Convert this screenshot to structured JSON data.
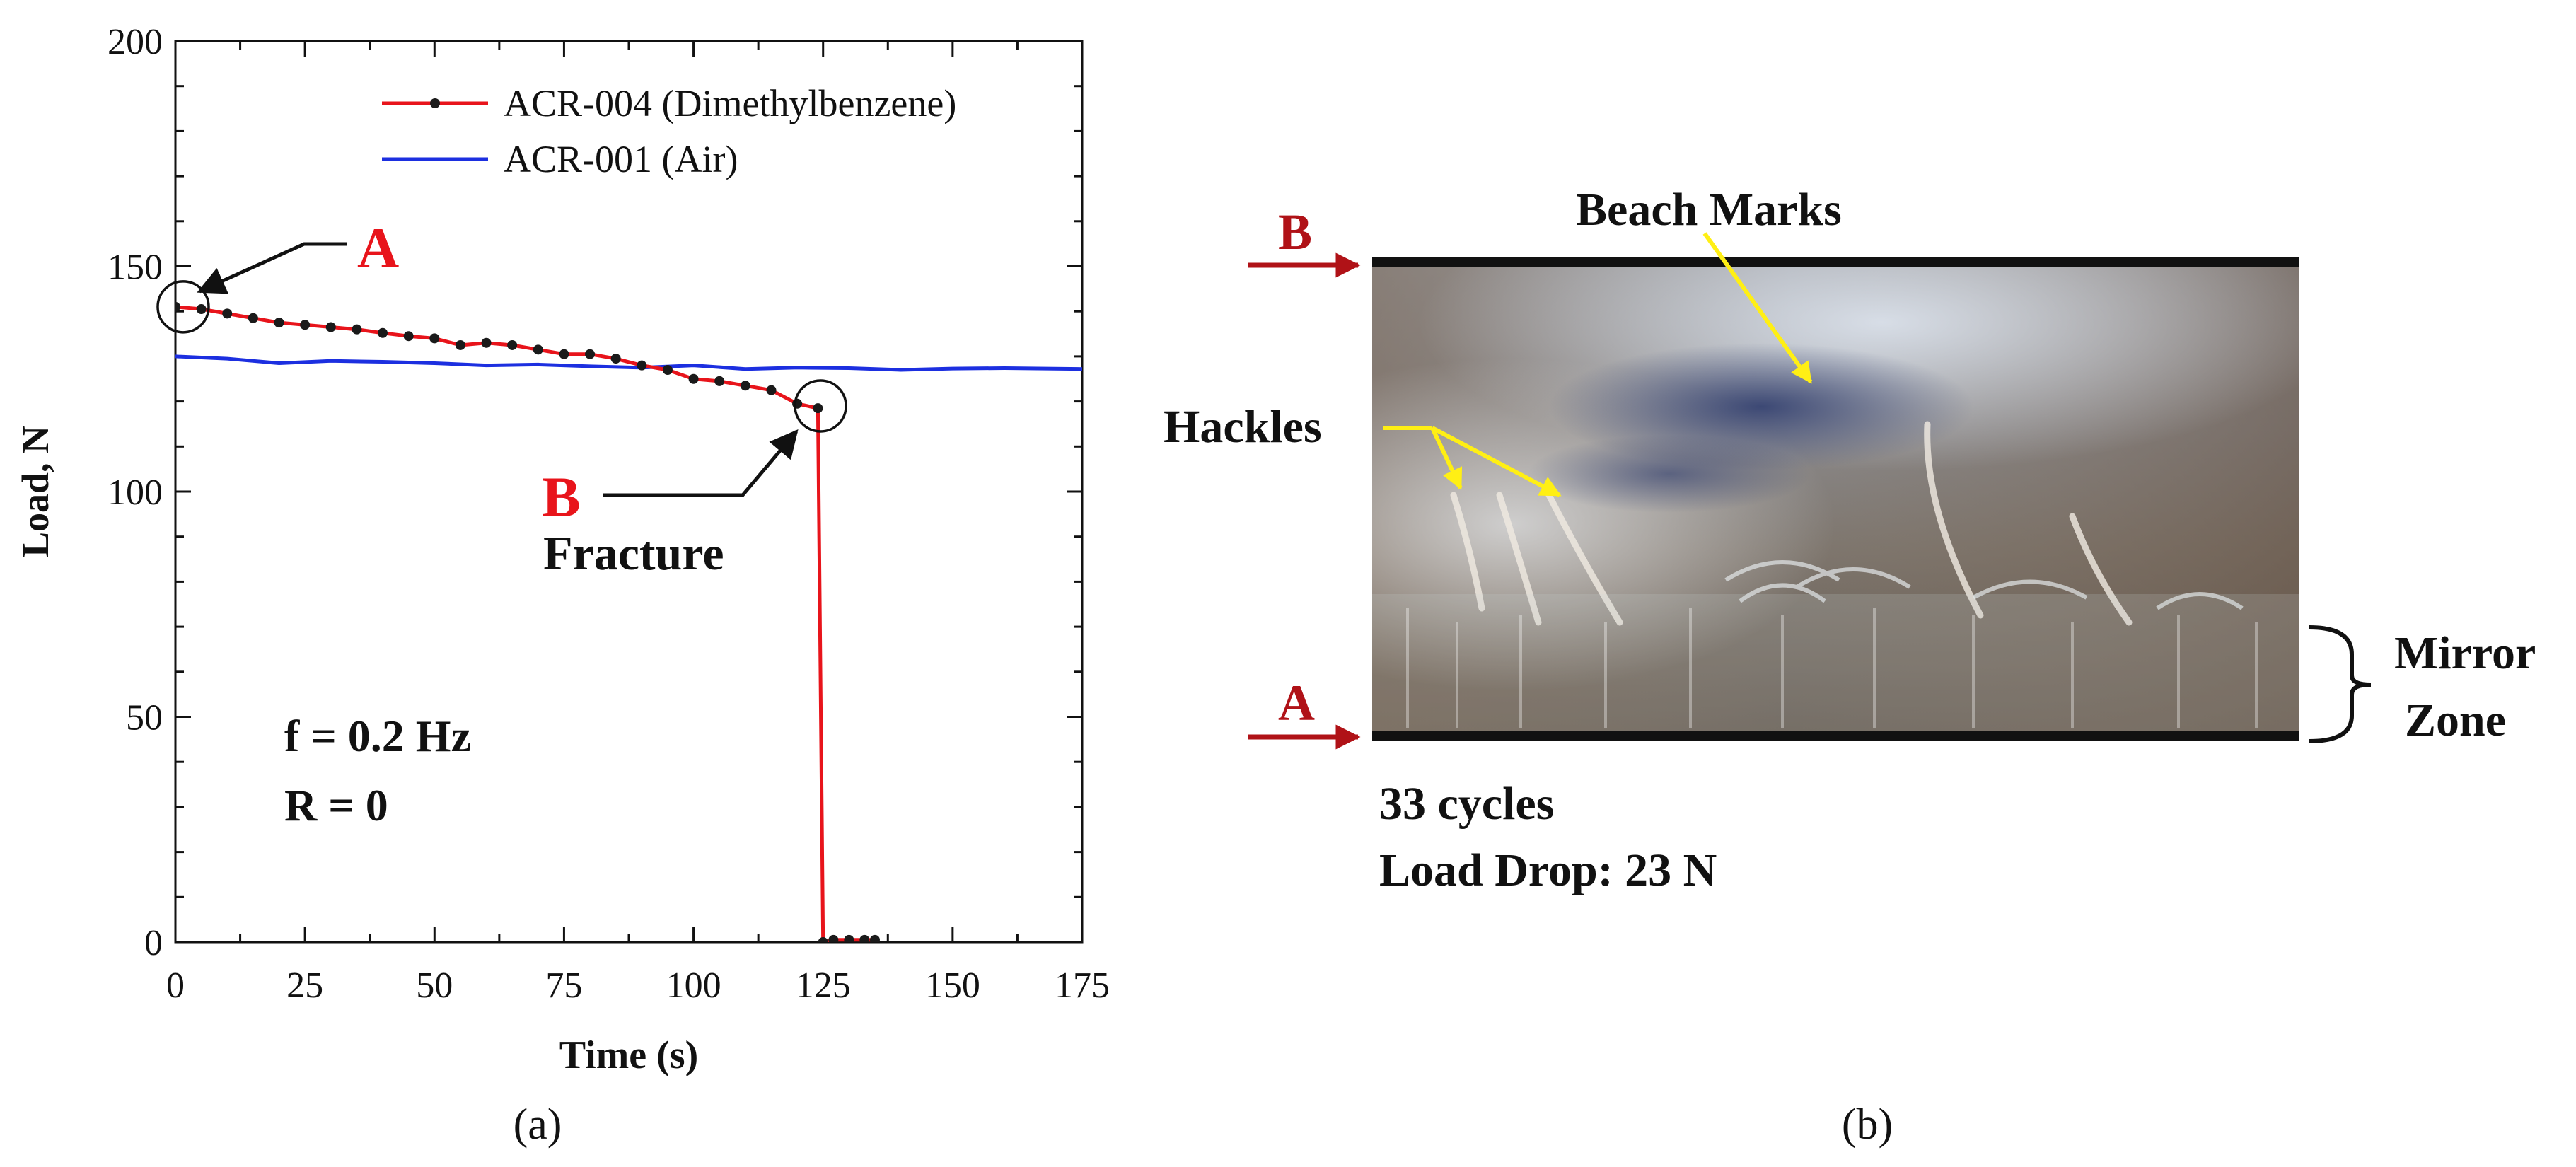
{
  "chart_data": {
    "type": "line",
    "xlabel": "Time (s)",
    "ylabel": "Load, N",
    "xlim": [
      0,
      175
    ],
    "ylim": [
      0,
      200
    ],
    "xticks": [
      0,
      25,
      50,
      75,
      100,
      125,
      150,
      175
    ],
    "yticks": [
      0,
      50,
      100,
      150,
      200
    ],
    "grid": false,
    "legend_position": "top-right",
    "series": [
      {
        "name": "ACR-004 (Dimethylbenzene)",
        "color": "#e8141b",
        "marker": "dot",
        "marker_color": "#1a1a1a",
        "points": [
          [
            0,
            141
          ],
          [
            5,
            140.5
          ],
          [
            10,
            139.5
          ],
          [
            15,
            138.5
          ],
          [
            20,
            137.5
          ],
          [
            25,
            137
          ],
          [
            30,
            136.5
          ],
          [
            35,
            136
          ],
          [
            40,
            135.2
          ],
          [
            45,
            134.5
          ],
          [
            50,
            134
          ],
          [
            55,
            132.5
          ],
          [
            60,
            133
          ],
          [
            65,
            132.5
          ],
          [
            70,
            131.5
          ],
          [
            75,
            130.5
          ],
          [
            80,
            130.5
          ],
          [
            85,
            129.5
          ],
          [
            90,
            128
          ],
          [
            95,
            127
          ],
          [
            100,
            125
          ],
          [
            105,
            124.5
          ],
          [
            110,
            123.5
          ],
          [
            115,
            122.5
          ],
          [
            120,
            119.5
          ],
          [
            124,
            118.5
          ],
          [
            125,
            0
          ],
          [
            127,
            0.5
          ],
          [
            130,
            0.5
          ],
          [
            133,
            0.5
          ],
          [
            135,
            0.5
          ]
        ]
      },
      {
        "name": "ACR-001 (Air)",
        "color": "#1c2fe0",
        "marker": "none",
        "points": [
          [
            0,
            130
          ],
          [
            10,
            129.5
          ],
          [
            20,
            128.5
          ],
          [
            30,
            129
          ],
          [
            40,
            128.8
          ],
          [
            50,
            128.5
          ],
          [
            60,
            128
          ],
          [
            70,
            128.2
          ],
          [
            80,
            127.8
          ],
          [
            90,
            127.5
          ],
          [
            100,
            128
          ],
          [
            110,
            127.2
          ],
          [
            120,
            127.5
          ],
          [
            130,
            127.4
          ],
          [
            140,
            127
          ],
          [
            150,
            127.3
          ],
          [
            160,
            127.4
          ],
          [
            175,
            127.2
          ]
        ]
      }
    ],
    "annotations": {
      "point_a": {
        "label": "A",
        "x": 1.5,
        "y": 141
      },
      "point_b": {
        "label": "B",
        "x": 124.5,
        "y": 119
      },
      "fracture": "Fracture",
      "frequency": "f = 0.2 Hz",
      "ratio": "R = 0"
    }
  },
  "panel_a": {
    "caption": "(a)"
  },
  "panel_b": {
    "caption": "(b)",
    "label_b": "B",
    "label_a": "A",
    "beach_marks": "Beach Marks",
    "hackles": "Hackles",
    "mirror_zone_1": "Mirror",
    "mirror_zone_2": "Zone",
    "cycles": "33 cycles",
    "load_drop": "Load Drop: 23 N"
  },
  "colors": {
    "label_red": "#e8141b",
    "arrow_red": "#b01217",
    "arrow_yellow": "#ffef14"
  }
}
